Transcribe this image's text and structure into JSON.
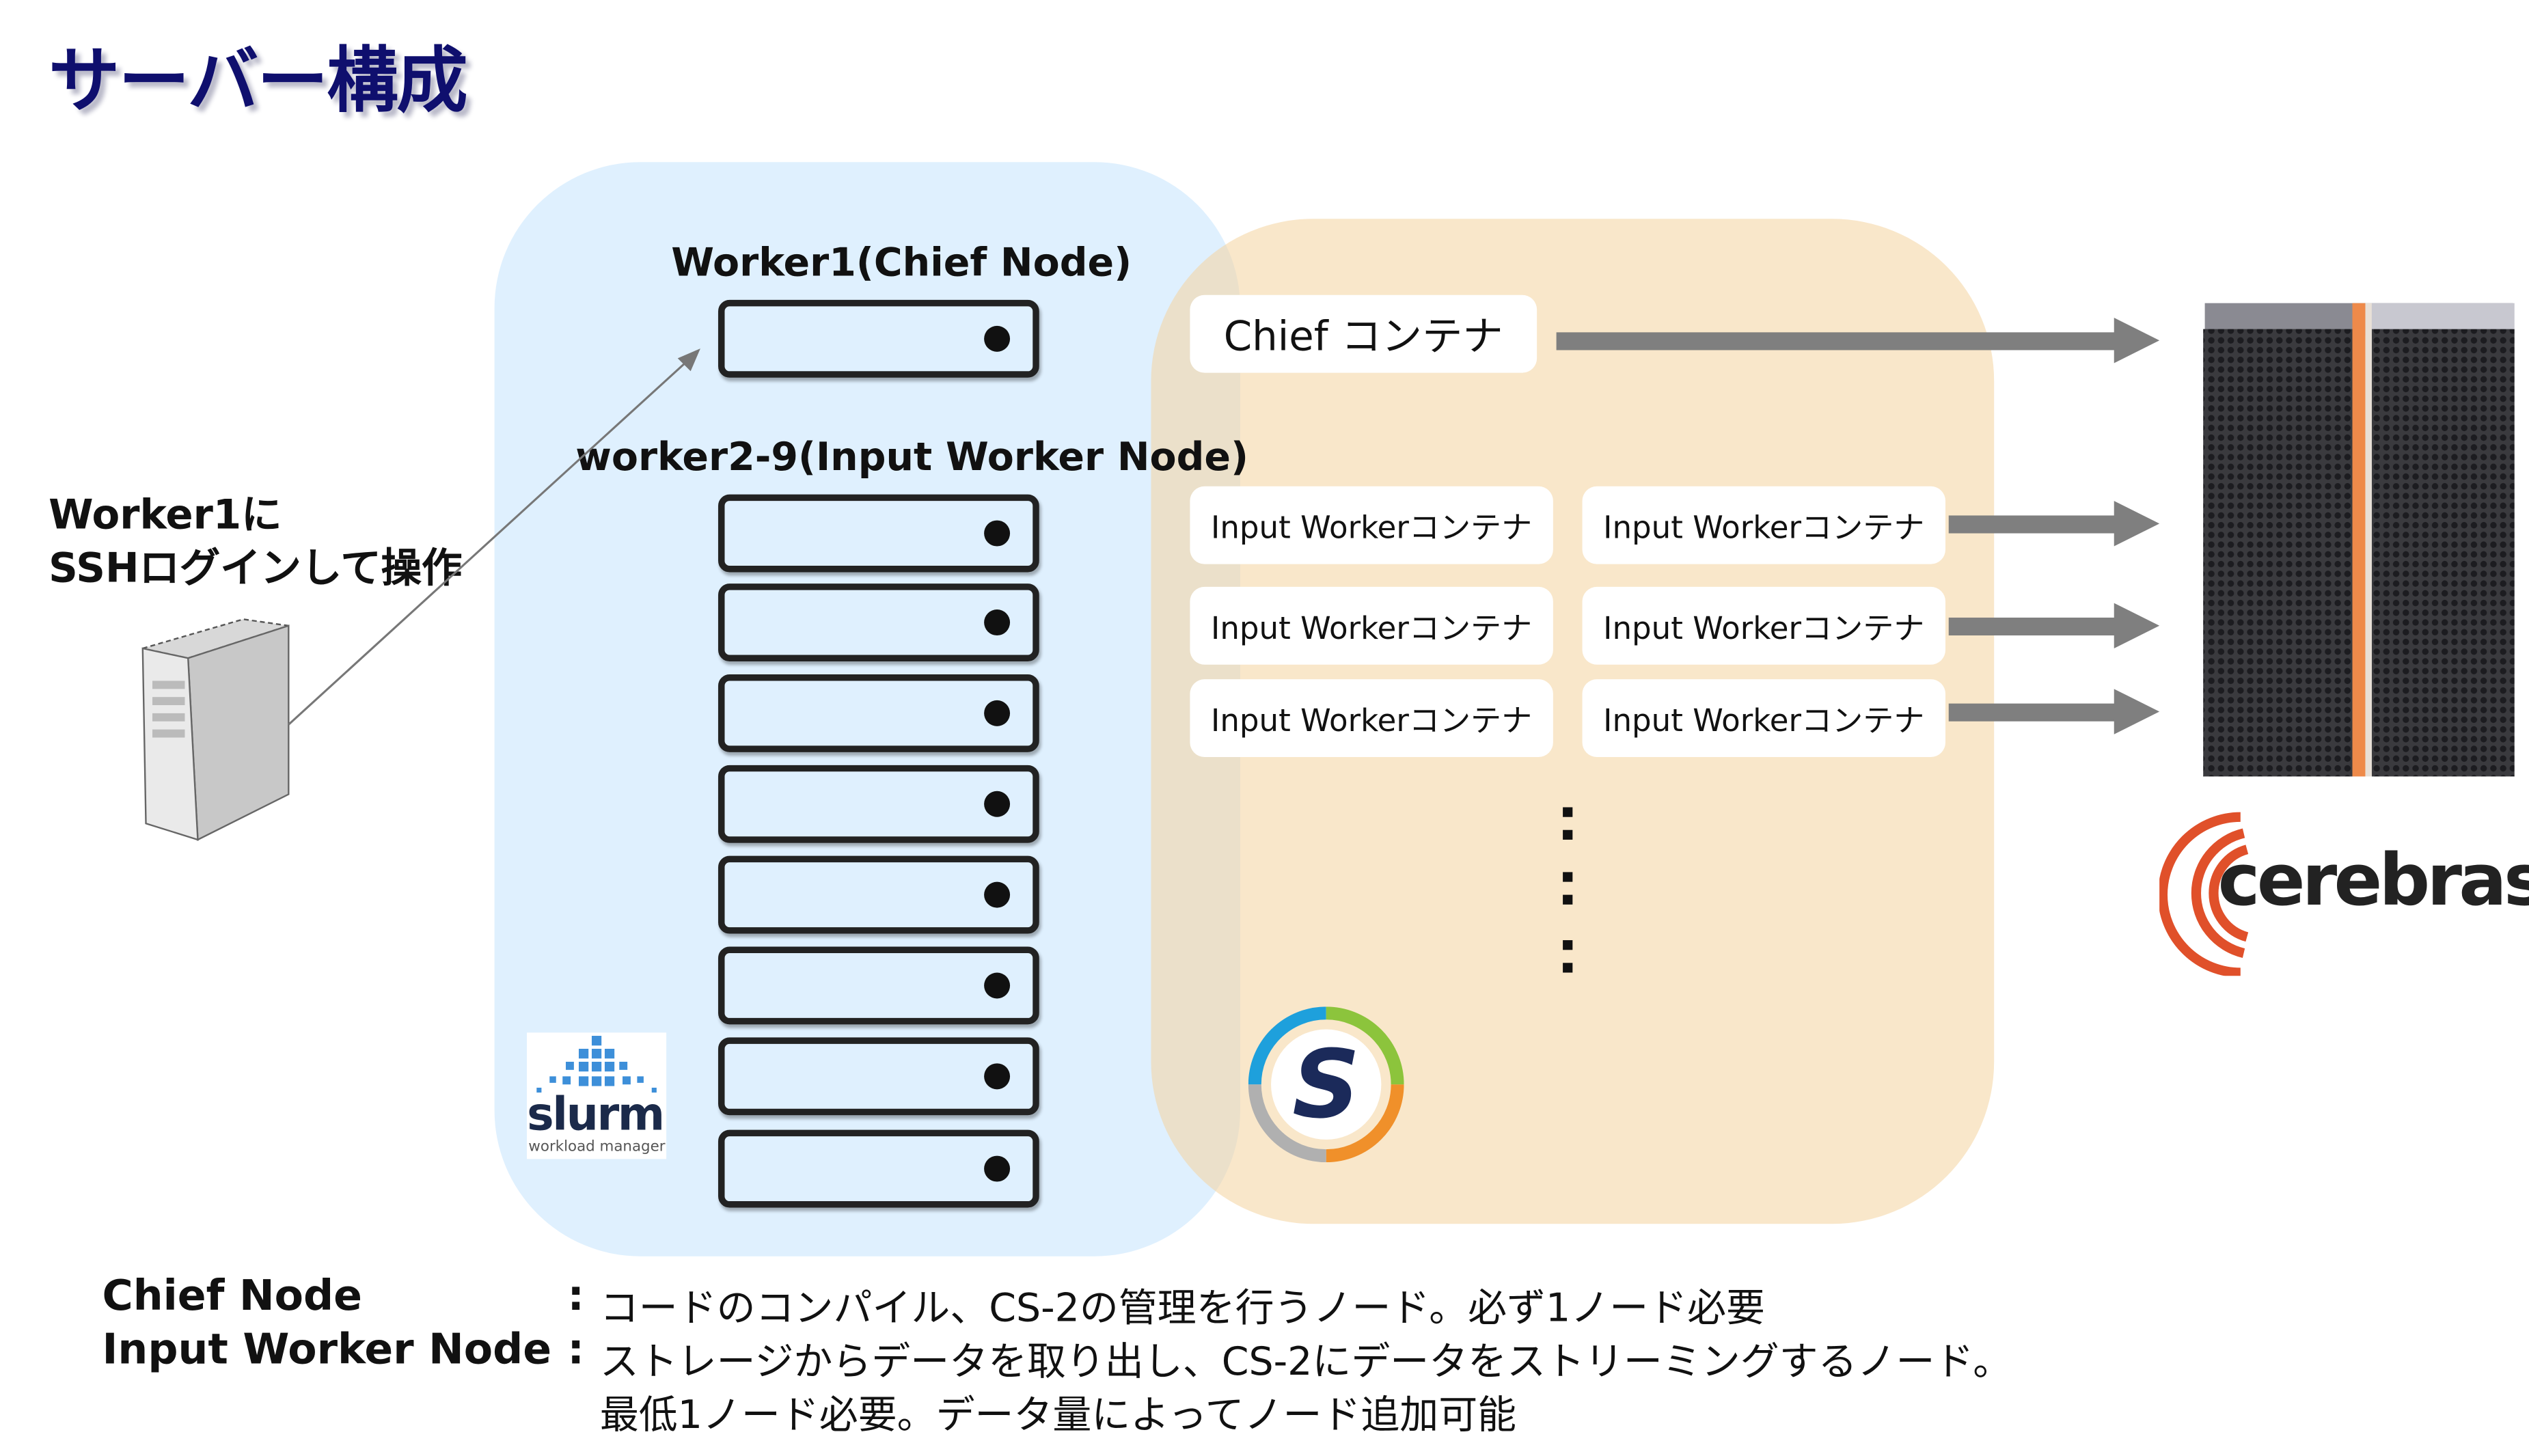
{
  "title": "サーバー構成",
  "left_note": {
    "line1": "Worker1に",
    "line2": "SSHログインして操作"
  },
  "chief_node_label": "Worker1(Chief Node)",
  "input_nodes_label": "worker2-9(Input Worker Node)",
  "input_node_count": 8,
  "chief_container": "Chief コンテナ",
  "input_containers": [
    "Input Workerコンテナ",
    "Input Workerコンテナ",
    "Input Workerコンテナ",
    "Input Workerコンテナ",
    "Input Workerコンテナ",
    "Input Workerコンテナ"
  ],
  "logos": {
    "slurm": "slurm",
    "slurm_sub": "workload manager",
    "cerebras": "cerebras"
  },
  "colors": {
    "title": "#0f0f6e",
    "slurm_panel": "#dff0fe",
    "container_panel": "#f7e3c4",
    "arrow": "#7f7f7f",
    "cerebras": "#e0502a"
  },
  "legend": [
    {
      "term": "Chief Node",
      "sep": ":",
      "desc": [
        "コードのコンパイル、CS-2の管理を行うノード。必ず1ノード必要"
      ]
    },
    {
      "term": "Input Worker Node",
      "sep": ":",
      "desc": [
        "ストレージからデータを取り出し、CS-2にデータをストリーミングするノード。",
        "最低1ノード必要。データ量によってノード追加可能"
      ]
    }
  ]
}
